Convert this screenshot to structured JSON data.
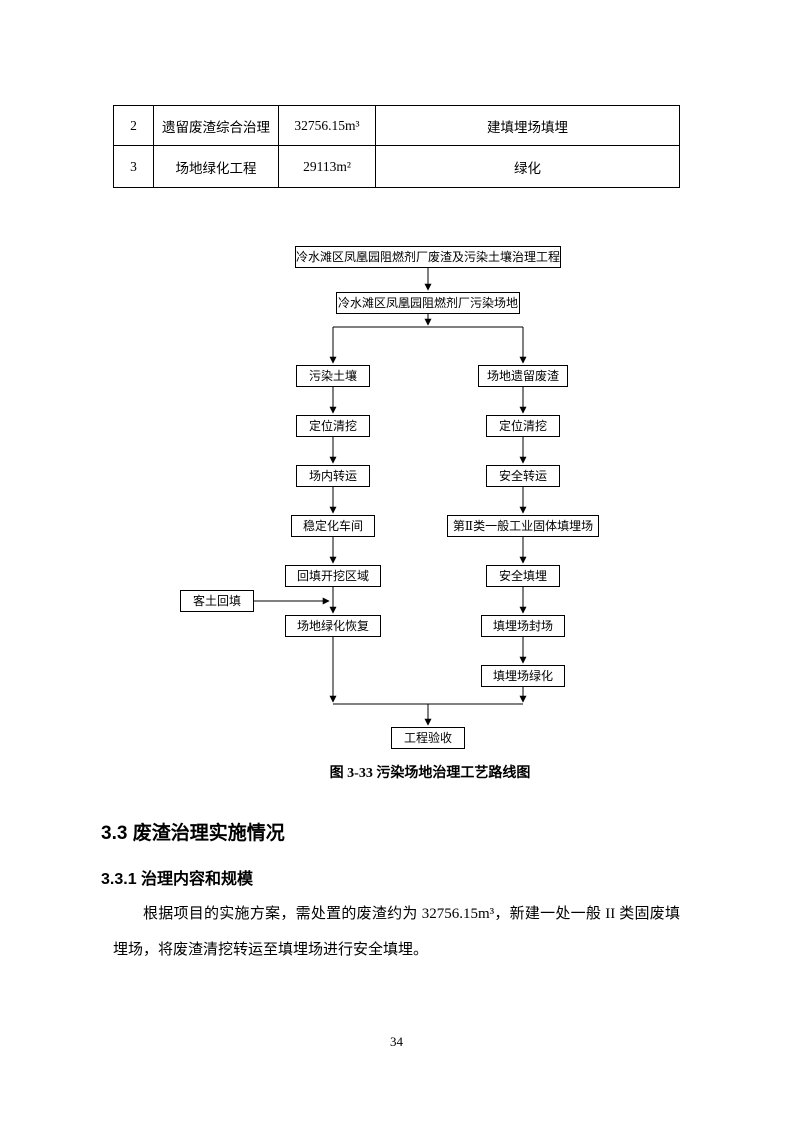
{
  "table": {
    "rows": [
      {
        "no": "2",
        "name": "遗留废渣综合治理",
        "quantity": "32756.15m³",
        "remark": "建填埋场填埋"
      },
      {
        "no": "3",
        "name": "场地绿化工程",
        "quantity": "29113m²",
        "remark": "绿化"
      }
    ]
  },
  "flowchart": {
    "root": "冷水滩区凤凰园阻燃剂厂废渣及污染土壤治理工程",
    "site": "冷水滩区凤凰园阻燃剂厂污染场地",
    "left": [
      "污染土壤",
      "定位清挖",
      "场内转运",
      "稳定化车间",
      "回填开挖区域",
      "场地绿化恢复"
    ],
    "right": [
      "场地遗留废渣",
      "定位清挖",
      "安全转运",
      "第Ⅱ类一般工业固体填埋场",
      "安全填埋",
      "填埋场封场",
      "填埋场绿化"
    ],
    "side": "客土回填",
    "final": "工程验收",
    "caption": "图 3-33 污染场地治理工艺路线图"
  },
  "content": {
    "heading": "3.3 废渣治理实施情况",
    "subheading": "3.3.1 治理内容和规模",
    "paragraph": "根据项目的实施方案，需处置的废渣约为 32756.15m³，新建一处一般 II 类固废填埋场，将废渣清挖转运至填埋场进行安全填埋。"
  },
  "footer": {
    "page_number": "34"
  }
}
